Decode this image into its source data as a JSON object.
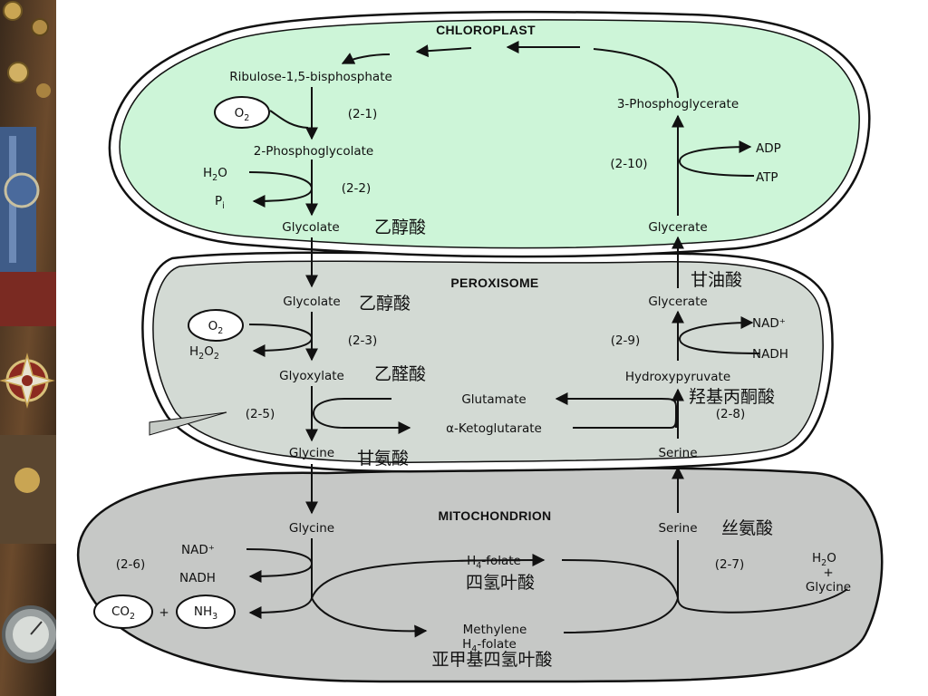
{
  "compartments": {
    "chloroplast": "CHLOROPLAST",
    "peroxisome": "PEROXISOME",
    "mitochondrion": "MITOCHONDRION"
  },
  "chloroplast": {
    "ribulose": "Ribulose-1,5-bisphosphate",
    "o2": "O",
    "o2_sub": "2",
    "step_2_1": "(2-1)",
    "phosphoglycolate": "2-Phosphoglycolate",
    "h2o_h": "H",
    "h2o_sub": "2",
    "h2o_o": "O",
    "pi_p": "P",
    "pi_sub": "i",
    "step_2_2": "(2-2)",
    "glycolate": "Glycolate",
    "glycolate_zh": "乙醇酸",
    "phosphoglycerate": "3-Phosphoglycerate",
    "step_2_10": "(2-10)",
    "adp": "ADP",
    "atp": "ATP",
    "glycerate": "Glycerate"
  },
  "peroxisome": {
    "glycerate_zh": "甘油酸",
    "glycolate": "Glycolate",
    "glycolate_zh": "乙醇酸",
    "glycerate": "Glycerate",
    "o2": "O",
    "o2_sub": "2",
    "h2o2_h": "H",
    "h2o2_sub1": "2",
    "h2o2_o": "O",
    "h2o2_sub2": "2",
    "step_2_3": "(2-3)",
    "step_2_9": "(2-9)",
    "nad_plus": "NAD⁺",
    "nadh": "NADH",
    "glyoxylate": "Glyoxylate",
    "glyoxylate_zh": "乙醛酸",
    "hydroxypyruvate": "Hydroxypyruvate",
    "hydroxypyruvate_zh": "羟基丙酮酸",
    "glutamate": "Glutamate",
    "step_2_5": "(2-5)",
    "ketoglutarate": "α-Ketoglutarate",
    "step_2_8": "(2-8)",
    "glycine": "Glycine",
    "glycine_zh": "甘氨酸",
    "serine": "Serine"
  },
  "mitochondrion": {
    "glycine": "Glycine",
    "serine": "Serine",
    "serine_zh": "丝氨酸",
    "nad_plus": "NAD⁺",
    "step_2_6": "(2-6)",
    "nadh": "NADH",
    "h4folate_h": "H",
    "h4folate_sub": "4",
    "h4folate_rest": "-folate",
    "h4folate_zh": "四氢叶酸",
    "step_2_7": "(2-7)",
    "h2o_h": "H",
    "h2o_sub": "2",
    "h2o_o": "O",
    "plus": "+",
    "glycine2": "Glycine",
    "co2": "CO",
    "co2_sub": "2",
    "nh3": "NH",
    "nh3_sub": "3",
    "methylene": "Methylene",
    "mh4_h": "H",
    "mh4_sub": "4",
    "mh4_rest": "-folate",
    "methylene_zh": "亚甲基四氢叶酸"
  },
  "colors": {
    "chloroplast_fill": "#cdf5d8",
    "peroxisome_fill": "#d3dad4",
    "mitochondrion_fill": "#c6c8c6",
    "outline": "#111111"
  }
}
